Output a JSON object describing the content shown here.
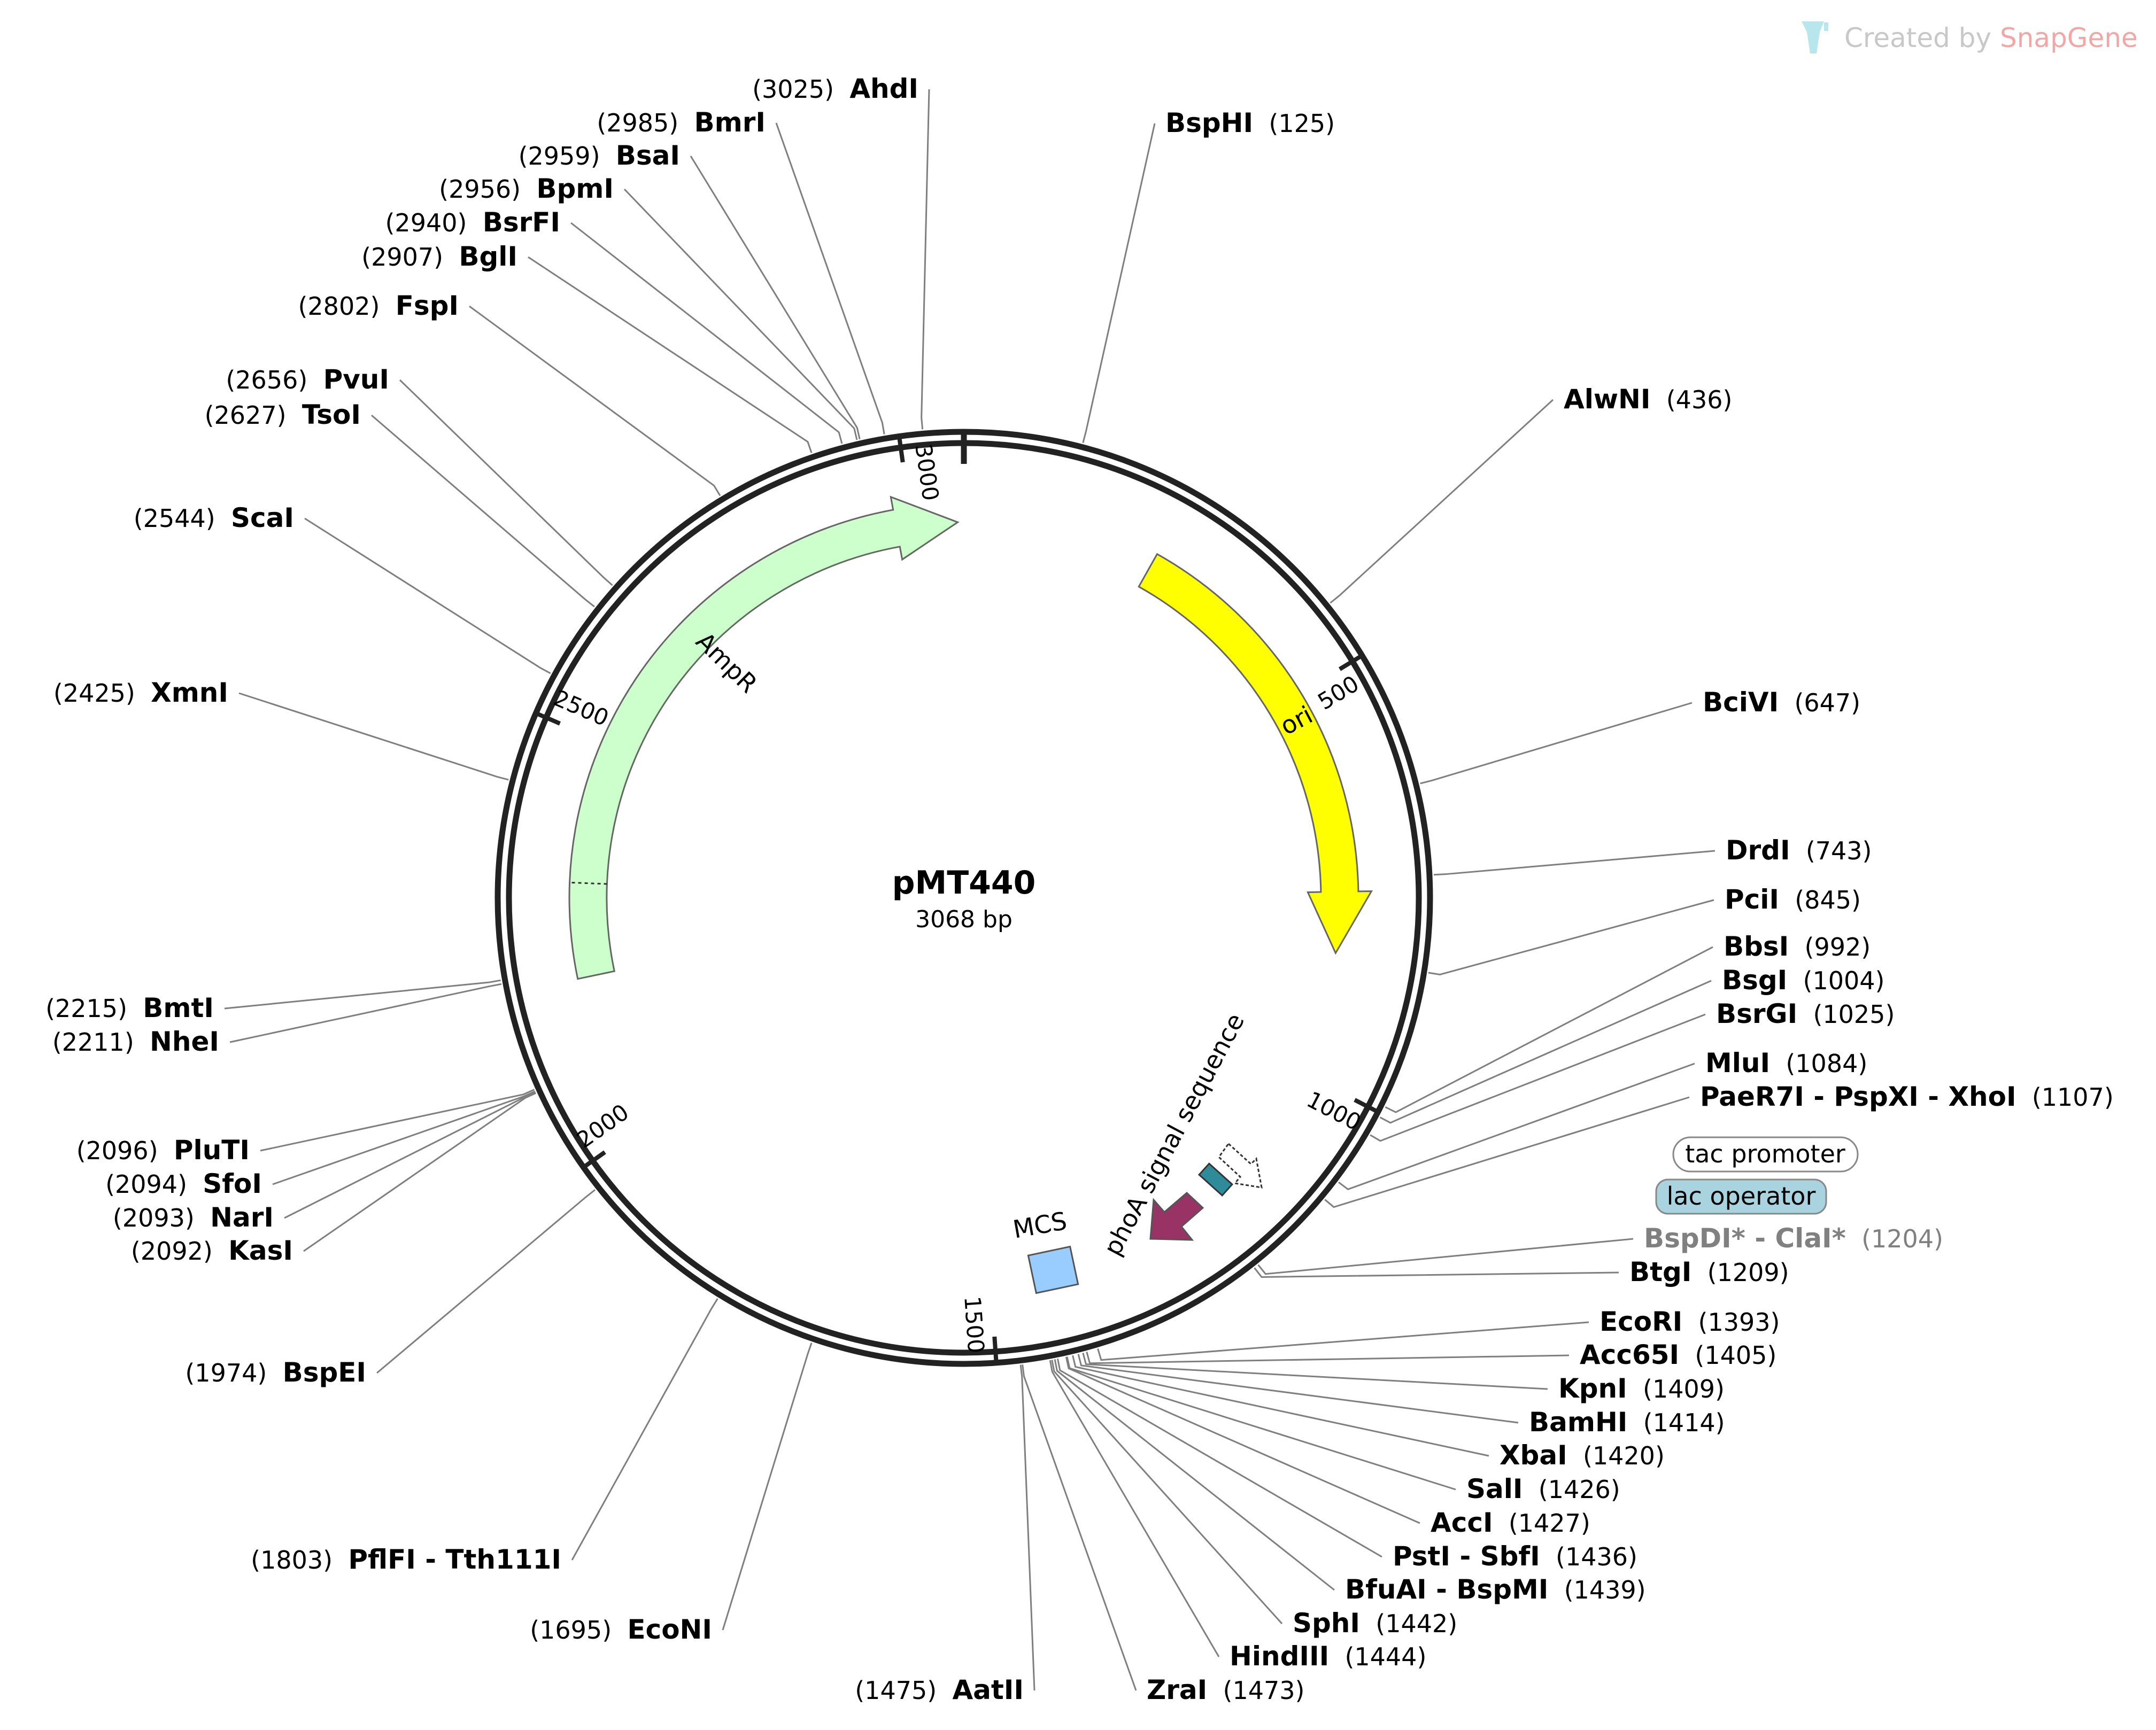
{
  "watermark": {
    "prefix": "Created by ",
    "brand": "SnapGene"
  },
  "plasmid": {
    "name": "pMT440",
    "size_label": "3068 bp",
    "length_bp": 3068
  },
  "ruler_ticks": [
    {
      "bp": 500,
      "label": "500"
    },
    {
      "bp": 1000,
      "label": "1000"
    },
    {
      "bp": 1500,
      "label": "1500"
    },
    {
      "bp": 2000,
      "label": "2000"
    },
    {
      "bp": 2500,
      "label": "2500"
    },
    {
      "bp": 3000,
      "label": "3000"
    }
  ],
  "features": [
    {
      "name": "ori",
      "start": 250,
      "end": 839,
      "color": "#ffff00",
      "direction": "cw"
    },
    {
      "name": "AmpR",
      "start": 2200,
      "end": 3060,
      "color": "#ccffcc",
      "direction": "cw"
    },
    {
      "name": "phoA signal sequence",
      "start": 1230,
      "end": 1290,
      "color": "#993366",
      "direction": "ccw"
    },
    {
      "name": "MCS",
      "start": 1393,
      "end": 1444,
      "color": "#99ccff",
      "direction": "none"
    },
    {
      "name": "lac operator",
      "start": 1160,
      "end": 1180,
      "color": "#2e8b9a",
      "direction": "none"
    },
    {
      "name": "tac promoter",
      "start": 1120,
      "end": 1150,
      "color": "#ffffff",
      "direction": "ccw"
    }
  ],
  "boxed_labels": [
    {
      "text": "tac promoter",
      "fill": "#ffffff"
    },
    {
      "text": "lac operator",
      "fill": "#a9d3de"
    }
  ],
  "sites": [
    {
      "enzyme": "AhdI",
      "position": "(3025)",
      "bp": 3025
    },
    {
      "enzyme": "BmrI",
      "position": "(2985)",
      "bp": 2985
    },
    {
      "enzyme": "BsaI",
      "position": "(2959)",
      "bp": 2959
    },
    {
      "enzyme": "BpmI",
      "position": "(2956)",
      "bp": 2956
    },
    {
      "enzyme": "BsrFI",
      "position": "(2940)",
      "bp": 2940
    },
    {
      "enzyme": "BglI",
      "position": "(2907)",
      "bp": 2907
    },
    {
      "enzyme": "FspI",
      "position": "(2802)",
      "bp": 2802
    },
    {
      "enzyme": "PvuI",
      "position": "(2656)",
      "bp": 2656
    },
    {
      "enzyme": "TsoI",
      "position": "(2627)",
      "bp": 2627
    },
    {
      "enzyme": "ScaI",
      "position": "(2544)",
      "bp": 2544
    },
    {
      "enzyme": "XmnI",
      "position": "(2425)",
      "bp": 2425
    },
    {
      "enzyme": "BmtI",
      "position": "(2215)",
      "bp": 2215
    },
    {
      "enzyme": "NheI",
      "position": "(2211)",
      "bp": 2211
    },
    {
      "enzyme": "PluTI",
      "position": "(2096)",
      "bp": 2096
    },
    {
      "enzyme": "SfoI",
      "position": "(2094)",
      "bp": 2094
    },
    {
      "enzyme": "NarI",
      "position": "(2093)",
      "bp": 2093
    },
    {
      "enzyme": "KasI",
      "position": "(2092)",
      "bp": 2092
    },
    {
      "enzyme": "BspEI",
      "position": "(1974)",
      "bp": 1974
    },
    {
      "enzyme": "PflFI - Tth111I",
      "position": "(1803)",
      "bp": 1803
    },
    {
      "enzyme": "EcoNI",
      "position": "(1695)",
      "bp": 1695
    },
    {
      "enzyme": "AatII",
      "position": "(1475)",
      "bp": 1475
    },
    {
      "enzyme": "ZraI",
      "position": "(1473)",
      "bp": 1473
    },
    {
      "enzyme": "HindIII",
      "position": "(1444)",
      "bp": 1444
    },
    {
      "enzyme": "SphI",
      "position": "(1442)",
      "bp": 1442
    },
    {
      "enzyme": "BfuAI - BspMI",
      "position": "(1439)",
      "bp": 1439
    },
    {
      "enzyme": "PstI - SbfI",
      "position": "(1436)",
      "bp": 1436
    },
    {
      "enzyme": "AccI",
      "position": "(1427)",
      "bp": 1427
    },
    {
      "enzyme": "SalI",
      "position": "(1426)",
      "bp": 1426
    },
    {
      "enzyme": "XbaI",
      "position": "(1420)",
      "bp": 1420
    },
    {
      "enzyme": "BamHI",
      "position": "(1414)",
      "bp": 1414
    },
    {
      "enzyme": "KpnI",
      "position": "(1409)",
      "bp": 1409
    },
    {
      "enzyme": "Acc65I",
      "position": "(1405)",
      "bp": 1405
    },
    {
      "enzyme": "EcoRI",
      "position": "(1393)",
      "bp": 1393
    },
    {
      "enzyme": "BtgI",
      "position": "(1209)",
      "bp": 1209
    },
    {
      "enzyme": "BspDI* - ClaI*",
      "position": "(1204)",
      "bp": 1204,
      "dimmed": true
    },
    {
      "enzyme": "PaeR7I - PspXI - XhoI",
      "position": "(1107)",
      "bp": 1107
    },
    {
      "enzyme": "MluI",
      "position": "(1084)",
      "bp": 1084
    },
    {
      "enzyme": "BsrGI",
      "position": "(1025)",
      "bp": 1025
    },
    {
      "enzyme": "BsgI",
      "position": "(1004)",
      "bp": 1004
    },
    {
      "enzyme": "BbsI",
      "position": "(992)",
      "bp": 992
    },
    {
      "enzyme": "PciI",
      "position": "(845)",
      "bp": 845
    },
    {
      "enzyme": "DrdI",
      "position": "(743)",
      "bp": 743
    },
    {
      "enzyme": "BciVI",
      "position": "(647)",
      "bp": 647
    },
    {
      "enzyme": "AlwNI",
      "position": "(436)",
      "bp": 436
    },
    {
      "enzyme": "BspHI",
      "position": "(125)",
      "bp": 125
    }
  ]
}
